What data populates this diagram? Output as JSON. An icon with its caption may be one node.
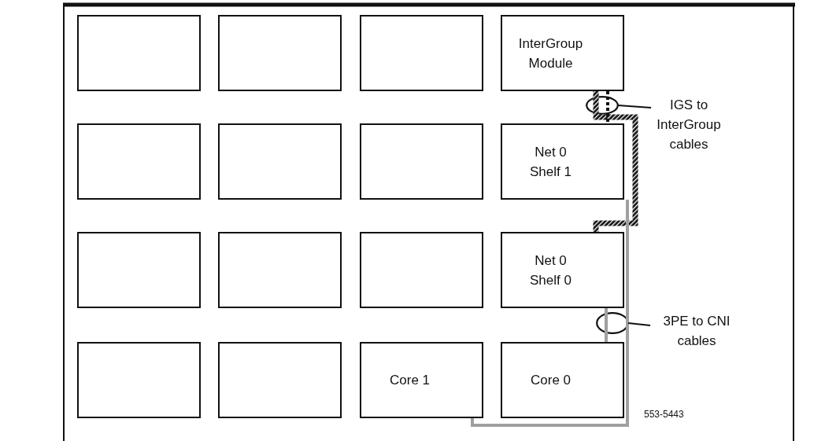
{
  "diagram": {
    "nodes": [
      {
        "text": [],
        "shape": "box"
      },
      {
        "text": [],
        "shape": "box"
      },
      {
        "text": [],
        "shape": "box"
      },
      {
        "text": [
          "InterGroup Module"
        ]
      },
      {
        "text": [],
        "shape": "box"
      },
      {
        "text": [],
        "shape": "box"
      },
      {
        "text": [],
        "shape": "box"
      },
      {
        "text": [
          "Net 0 Shelf 1"
        ]
      },
      {
        "text": [],
        "shape": "box"
      },
      {
        "text": [],
        "shape": "box"
      },
      {
        "text": [],
        "shape": "box"
      },
      {
        "text": [
          "Net 0 Shelf 0"
        ]
      },
      {
        "text": [],
        "shape": "box"
      },
      {
        "text": [],
        "shape": "box"
      },
      {
        "text": [
          "Core 1"
        ]
      },
      {
        "text": [
          "Core 0"
        ]
      },
      {
        "text": [
          "IGS to InterGroup cables"
        ]
      },
      {
        "text": [
          "3PE to CNI cables"
        ]
      }
    ],
    "edges": [
      {
        "from": 3,
        "to": 11,
        "arrow": "none",
        "style": "thick"
      },
      {
        "from": 3,
        "to": 7,
        "arrow": "none",
        "style": "dashed"
      },
      {
        "from": 7,
        "to": 14,
        "arrow": "none",
        "color": "#a0a0a0"
      },
      {
        "from": 11,
        "to": 15,
        "arrow": "none",
        "color": "#a0a0a0"
      },
      {
        "from": 16,
        "to": null,
        "arrow": "none"
      },
      {
        "from": 17,
        "to": null,
        "arrow": "none"
      }
    ],
    "labels": [
      "553-5443"
    ]
  }
}
